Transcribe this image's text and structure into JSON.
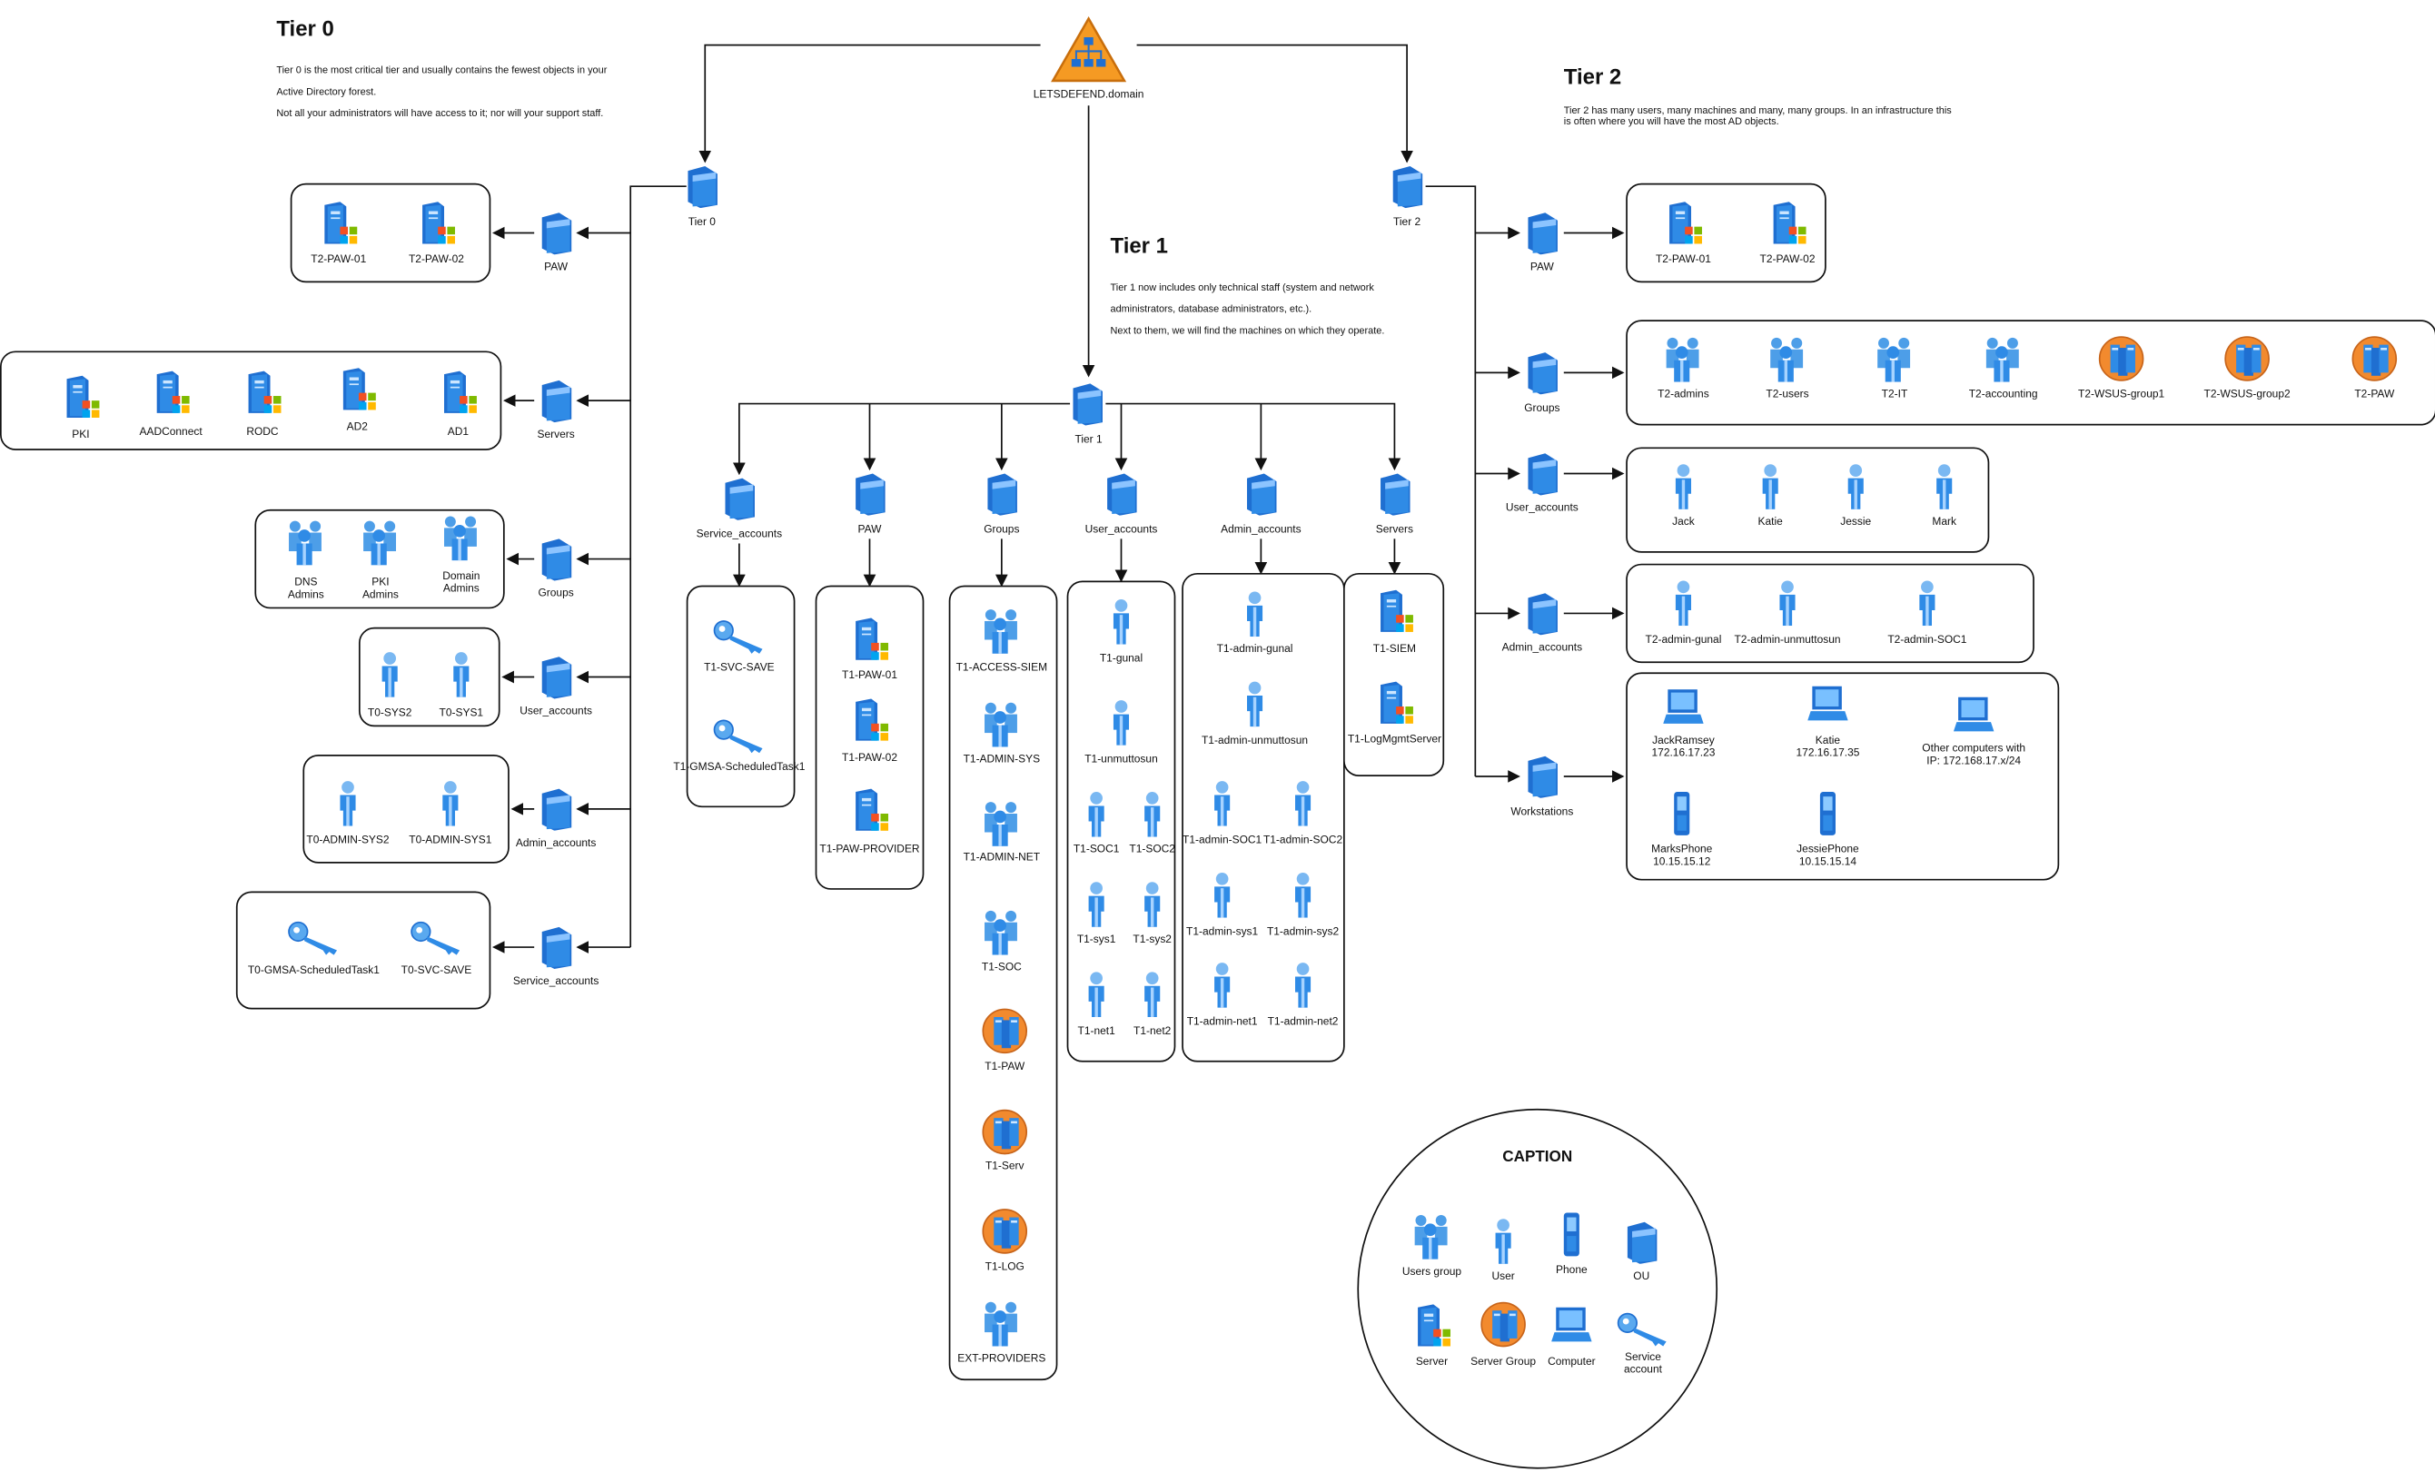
{
  "domain": "LETSDEFEND.domain",
  "tier0": {
    "heading": "Tier 0",
    "text": "Tier 0 is the most critical tier and usually contains the fewest objects in your\n\nActive Directory forest.\n\nNot all your administrators will have access to it; nor will your support staff.",
    "ou": "Tier 0",
    "branches": [
      {
        "label": "PAW",
        "items": [
          "T2-PAW-01",
          "T2-PAW-02"
        ]
      },
      {
        "label": "Servers",
        "items": [
          "PKI",
          "AADConnect",
          "RODC",
          "AD2",
          "AD1"
        ]
      },
      {
        "label": "Groups",
        "items": [
          "DNS\nAdmins",
          "PKI\nAdmins",
          "Domain\nAdmins"
        ]
      },
      {
        "label": "User_accounts",
        "items": [
          "T0-SYS2",
          "T0-SYS1"
        ]
      },
      {
        "label": "Admin_accounts",
        "items": [
          "T0-ADMIN-SYS2",
          "T0-ADMIN-SYS1"
        ]
      },
      {
        "label": "Service_accounts",
        "items": [
          "T0-GMSA-ScheduledTask1",
          "T0-SVC-SAVE"
        ]
      }
    ]
  },
  "tier1": {
    "heading": "Tier 1",
    "text": "Tier 1 now includes only technical staff (system and network\n\nadministrators, database administrators, etc.).\n\nNext to them, we will find the machines on which they operate.",
    "ou": "Tier 1",
    "branches": [
      {
        "label": "Service_accounts",
        "items": [
          "T1-SVC-SAVE",
          "T1-GMSA-ScheduledTask1"
        ]
      },
      {
        "label": "PAW",
        "items": [
          "T1-PAW-01",
          "T1-PAW-02",
          "T1-PAW-PROVIDER"
        ]
      },
      {
        "label": "Groups",
        "items": [
          "T1-ACCESS-SIEM",
          "T1-ADMIN-SYS",
          "T1-ADMIN-NET",
          "T1-SOC",
          "T1-PAW",
          "T1-Serv",
          "T1-LOG",
          "EXT-PROVIDERS"
        ]
      },
      {
        "label": "User_accounts",
        "items": [
          "T1-gunal",
          "T1-unmuttosun",
          "T1-SOC1",
          "T1-SOC2",
          "T1-sys1",
          "T1-sys2",
          "T1-net1",
          "T1-net2"
        ]
      },
      {
        "label": "Admin_accounts",
        "items": [
          "T1-admin-gunal",
          "T1-admin-unmuttosun",
          "T1-admin-SOC1",
          "T1-admin-SOC2",
          "T1-admin-sys1",
          "T1-admin-sys2",
          "T1-admin-net1",
          "T1-admin-net2"
        ]
      },
      {
        "label": "Servers",
        "items": [
          "T1-SIEM",
          "T1-LogMgmtServer"
        ]
      }
    ]
  },
  "tier2": {
    "heading": "Tier 2",
    "text": "Tier 2 has many users, many machines and many, many groups. In an infrastructure this\nis often where you will have the most AD objects.",
    "ou": "Tier 2",
    "branches": [
      {
        "label": "PAW",
        "items": [
          "T2-PAW-01",
          "T2-PAW-02"
        ]
      },
      {
        "label": "Groups",
        "items": [
          "T2-admins",
          "T2-users",
          "T2-IT",
          "T2-accounting",
          "T2-WSUS-group1",
          "T2-WSUS-group2",
          "T2-PAW"
        ]
      },
      {
        "label": "User_accounts",
        "items": [
          "Jack",
          "Katie",
          "Jessie",
          "Mark"
        ]
      },
      {
        "label": "Admin_accounts",
        "items": [
          "T2-admin-gunal",
          "T2-admin-unmuttosun",
          "T2-admin-SOC1"
        ]
      },
      {
        "label": "Workstations",
        "items": [
          "JackRamsey\n172.16.17.23",
          "Katie\n172.16.17.35",
          "Other computers with\nIP: 172.168.17.x/24",
          "MarksPhone\n10.15.15.12",
          "JessiePhone\n10.15.15.14"
        ]
      }
    ]
  },
  "caption": {
    "title": "CAPTION",
    "items": [
      "Users group",
      "User",
      "Phone",
      "OU",
      "Server",
      "Server Group",
      "Computer",
      "Service\naccount"
    ]
  },
  "colors": {
    "line": "#111111",
    "icon_blue": "#2f8be6",
    "domain_orange": "#f59a23"
  }
}
